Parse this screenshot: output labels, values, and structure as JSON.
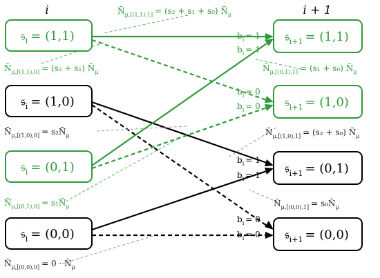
{
  "headers": {
    "left": "i",
    "right": "i + 1"
  },
  "left_nodes": [
    {
      "label": "𝔰",
      "subscript": "i",
      "value": "= (1,1)",
      "color": "#2f9a3a"
    },
    {
      "label": "𝔰",
      "subscript": "i",
      "value": "= (1,0)",
      "color": "#000000"
    },
    {
      "label": "𝔰",
      "subscript": "i",
      "value": "= (0,1)",
      "color": "#2f9a3a"
    },
    {
      "label": "𝔰",
      "subscript": "i",
      "value": "= (0,0)",
      "color": "#000000"
    }
  ],
  "right_nodes": [
    {
      "label": "𝔰",
      "subscript": "i+1",
      "value": "= (1,1)",
      "color": "#2f9a3a"
    },
    {
      "label": "𝔰",
      "subscript": "i+1",
      "value": "= (1,0)",
      "color": "#2f9a3a"
    },
    {
      "label": "𝔰",
      "subscript": "i+1",
      "value": "= (0,1)",
      "color": "#000000"
    },
    {
      "label": "𝔰",
      "subscript": "i+1",
      "value": "= (0,0)",
      "color": "#000000"
    }
  ],
  "edge_labels": {
    "b1": "b",
    "b1_sub": "i",
    "eq1": "= 1",
    "eq0": "= 0"
  },
  "annotations": {
    "top_green_main": "N̄",
    "top_green_sub": "μ,[(1,1),1]",
    "top_green_rhs": "= (s₂ + s₁ + s₀) N̄",
    "top_green_rhs_sub": "μ",
    "left_11_main": "N̄",
    "left_11_sub": "μ,[(1,1),0]",
    "left_11_rhs": "= (s₂ + s₁) N̄",
    "left_11_rhs_sub": "μ",
    "left_10_main": "N̄",
    "left_10_sub": "μ,[(1,0),0]",
    "left_10_rhs": "= s₂N̄",
    "left_10_rhs_sub": "μ",
    "left_01_main": "N̄",
    "left_01_sub": "μ,[(0,1),0]",
    "left_01_rhs": "= s₁N̄",
    "left_01_rhs_sub": "μ",
    "left_00_main": "N̄",
    "left_00_sub": "μ,[(0,0),0]",
    "left_00_rhs": "= 0 · N̄",
    "left_00_rhs_sub": "μ",
    "right_01_main": "N̄",
    "right_01_sub": "μ,[(0,1),1]",
    "right_01_rhs": "= (s₁ + s₀) N̄",
    "right_01_rhs_sub": "μ",
    "right_10_main": "N̄",
    "right_10_sub": "μ,[(1,0),1]",
    "right_10_rhs": "= (s₂ + s₀) N̄",
    "right_10_rhs_sub": "μ",
    "right_00_main": "N̄",
    "right_00_sub": "μ,[(0,0),1]",
    "right_00_rhs": "= s₀N̄",
    "right_00_rhs_sub": "μ"
  },
  "colors": {
    "green": "#2f9a3a",
    "black": "#000000",
    "leader_gray": "#9a9a9a"
  }
}
